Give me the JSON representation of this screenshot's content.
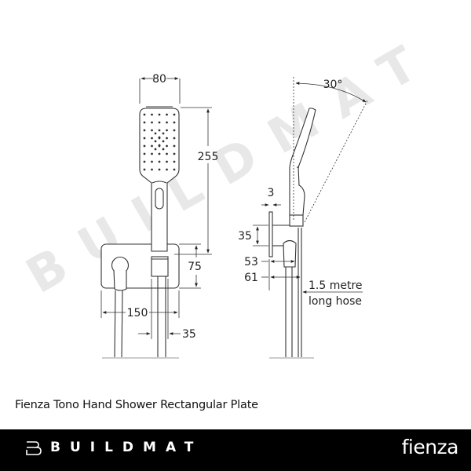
{
  "watermark": "BUILDMAT",
  "front_view": {
    "width_label": "80",
    "height_label": "255",
    "plate_height_label": "75",
    "plate_width_label": "150",
    "holder_width_label": "35"
  },
  "side_view": {
    "angle_label": "30°",
    "plate_thickness_label": "3",
    "holder_height_label": "35",
    "depth_outlet_label": "53",
    "depth_holder_label": "61",
    "hose_label_line1": "1.5 metre",
    "hose_label_line2": "long hose"
  },
  "caption": "Fienza Tono Hand Shower Rectangular Plate",
  "footer": {
    "left_brand": "BUILDMAT",
    "right_brand": "fienza",
    "background": "#000000",
    "text_color": "#ffffff"
  }
}
